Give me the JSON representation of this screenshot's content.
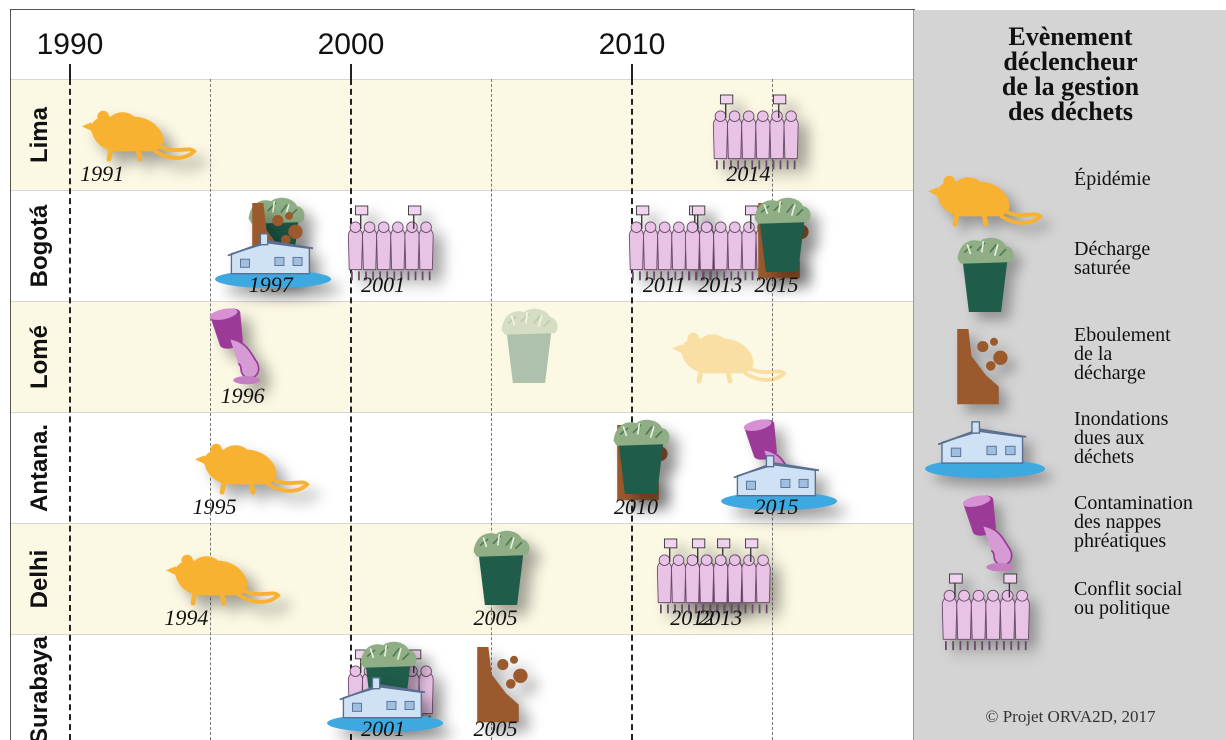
{
  "timeline": {
    "years": [
      {
        "label": "1990",
        "year": 1990
      },
      {
        "label": "2000",
        "year": 2000
      },
      {
        "label": "2010",
        "year": 2010
      }
    ],
    "gridlines": [
      {
        "year": 1990,
        "kind": "major"
      },
      {
        "year": 1995,
        "kind": "minor"
      },
      {
        "year": 2000,
        "kind": "major"
      },
      {
        "year": 2005,
        "kind": "minor"
      },
      {
        "year": 2010,
        "kind": "major"
      },
      {
        "year": 2015,
        "kind": "minor"
      }
    ]
  },
  "cities": [
    {
      "name": "Lima",
      "band": "odd",
      "events": [
        {
          "type": "epidemic",
          "year": 1991,
          "label": "1991"
        },
        {
          "type": "conflict",
          "year": 2014,
          "label": "2014"
        }
      ]
    },
    {
      "name": "Bogotá",
      "band": "even",
      "events": [
        {
          "type": "dump",
          "year": 1997,
          "label": ""
        },
        {
          "type": "landslide",
          "year": 1997,
          "label": ""
        },
        {
          "type": "flood",
          "year": 1997,
          "label": "1997"
        },
        {
          "type": "conflict",
          "year": 2001,
          "label": "2001"
        },
        {
          "type": "conflict",
          "year": 2011,
          "label": "2011"
        },
        {
          "type": "conflict",
          "year": 2013,
          "label": "2013"
        },
        {
          "type": "landslide",
          "year": 2015,
          "label": ""
        },
        {
          "type": "dump",
          "year": 2015,
          "label": "2015"
        }
      ]
    },
    {
      "name": "Lomé",
      "band": "odd",
      "events": [
        {
          "type": "contamination",
          "year": 1996,
          "label": "1996"
        },
        {
          "type": "dump",
          "year": 2006,
          "label": "",
          "faded": true
        },
        {
          "type": "epidemic",
          "year": 2012,
          "label": "",
          "faded": true
        }
      ]
    },
    {
      "name": "Antana.",
      "band": "even",
      "events": [
        {
          "type": "epidemic",
          "year": 1995,
          "label": "1995"
        },
        {
          "type": "landslide",
          "year": 2010,
          "label": ""
        },
        {
          "type": "dump",
          "year": 2010,
          "label": "2010"
        },
        {
          "type": "contamination",
          "year": 2015,
          "label": ""
        },
        {
          "type": "flood",
          "year": 2015,
          "label": "2015"
        }
      ]
    },
    {
      "name": "Delhi",
      "band": "odd",
      "events": [
        {
          "type": "epidemic",
          "year": 1994,
          "label": "1994"
        },
        {
          "type": "dump",
          "year": 2005,
          "label": "2005"
        },
        {
          "type": "conflict",
          "year": 2012,
          "label": "2012"
        },
        {
          "type": "conflict",
          "year": 2013,
          "label": "2013"
        }
      ]
    },
    {
      "name": "Surabaya",
      "band": "even",
      "events": [
        {
          "type": "conflict",
          "year": 2001,
          "label": ""
        },
        {
          "type": "dump",
          "year": 2001,
          "label": ""
        },
        {
          "type": "flood",
          "year": 2001,
          "label": "2001"
        },
        {
          "type": "landslide",
          "year": 2005,
          "label": "2005"
        }
      ]
    }
  ],
  "legend": {
    "title": [
      "Evènement",
      "déclencheur",
      "de la gestion",
      "des déchets"
    ],
    "items": [
      {
        "type": "epidemic",
        "lines": [
          "Épidémie"
        ]
      },
      {
        "type": "dump",
        "lines": [
          "Décharge",
          "saturée"
        ]
      },
      {
        "type": "landslide",
        "lines": [
          "Eboulement",
          "de la",
          "décharge"
        ]
      },
      {
        "type": "flood",
        "lines": [
          "Inondations",
          "dues aux",
          "déchets"
        ]
      },
      {
        "type": "contamination",
        "lines": [
          "Contamination",
          "des nappes",
          "phréatiques"
        ]
      },
      {
        "type": "conflict",
        "lines": [
          "Conflit social",
          "ou politique"
        ]
      }
    ],
    "credit": "© Projet ORVA2D, 2017"
  },
  "colors": {
    "epidemic": "#f9b132",
    "dump_bin": "#1f5c4a",
    "dump_trash": "#8fae86",
    "landslide": "#9a5a2e",
    "flood_water": "#3ea9e0",
    "flood_house": "#cfe2f5",
    "contamination": "#9b3b97",
    "conflict": "#e9c3e6",
    "band_odd": "#fbf8e4",
    "band_even": "#ffffff",
    "legend_bg": "#d4d4d4"
  }
}
